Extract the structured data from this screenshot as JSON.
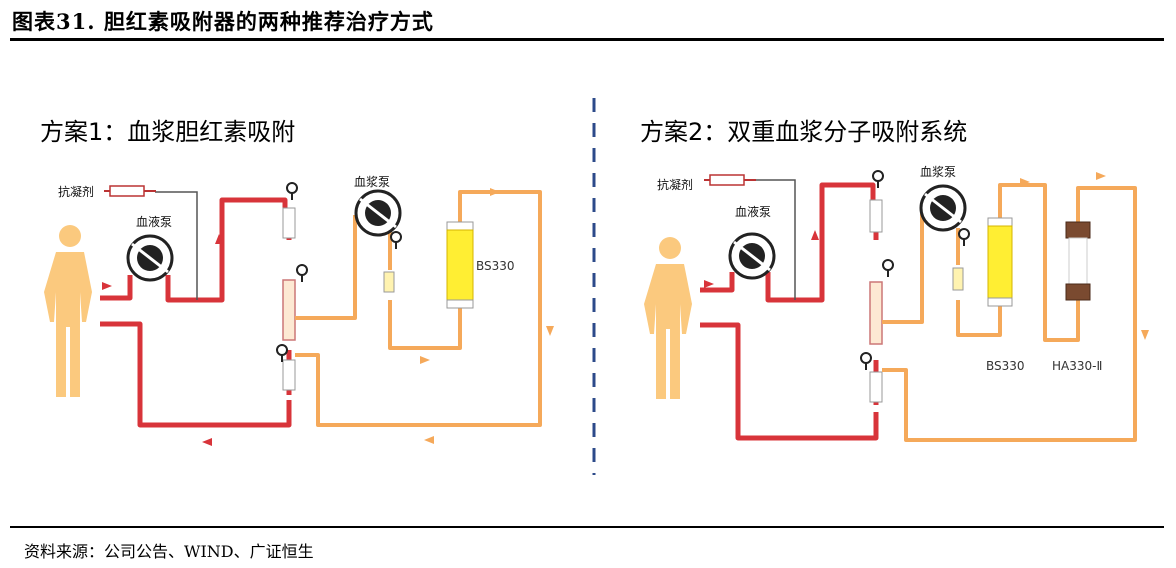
{
  "header": {
    "title": "图表31. 胆红素吸附器的两种推荐治疗方式"
  },
  "footer": {
    "source": "资料来源：公司公告、WIND、广证恒生"
  },
  "scheme1": {
    "title": "方案1：血浆胆红素吸附",
    "anticoagulant": "抗凝剂",
    "blood_pump": "血液泵",
    "plasma_pump": "血浆泵",
    "column": "BS330"
  },
  "scheme2": {
    "title": "方案2：双重血浆分子吸附系统",
    "anticoagulant": "抗凝剂",
    "blood_pump": "血液泵",
    "plasma_pump": "血浆泵",
    "column1": "BS330",
    "column2": "HA330-Ⅱ"
  },
  "colors": {
    "blood_line": "#d8343a",
    "plasma_line": "#f5a95a",
    "column_fill": "#ffee33",
    "human": "#fbc97e"
  }
}
